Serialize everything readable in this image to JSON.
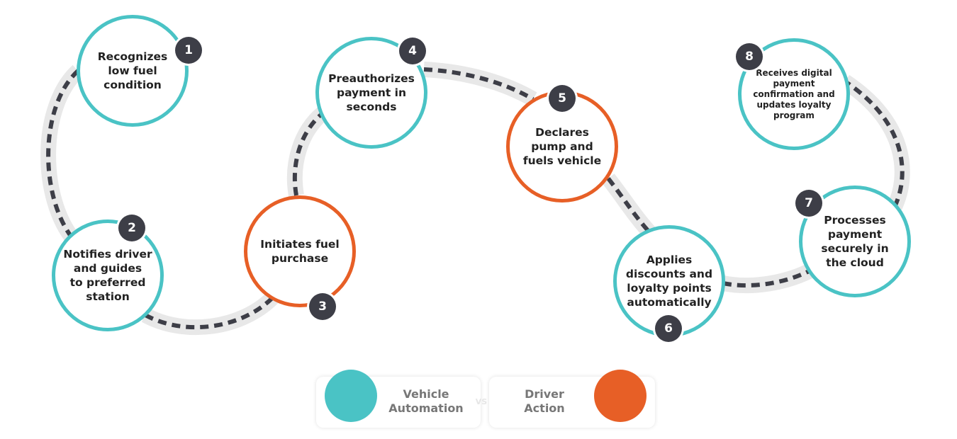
{
  "steps": [
    {
      "number": "1",
      "label": [
        "Recognizes",
        "low fuel",
        "condition"
      ],
      "type": "vehicle"
    },
    {
      "number": "2",
      "label": [
        "Notifies driver",
        "and guides",
        "to preferred",
        "station"
      ],
      "type": "vehicle"
    },
    {
      "number": "3",
      "label": [
        "Initiates fuel",
        "purchase"
      ],
      "type": "driver"
    },
    {
      "number": "4",
      "label": [
        "Preauthorizes",
        "payment in",
        "seconds"
      ],
      "type": "vehicle"
    },
    {
      "number": "5",
      "label": [
        "Declares",
        "pump and",
        "fuels vehicle"
      ],
      "type": "driver"
    },
    {
      "number": "6",
      "label": [
        "Applies",
        "discounts and",
        "loyalty points",
        "automatically"
      ],
      "type": "vehicle"
    },
    {
      "number": "7",
      "label": [
        "Processes",
        "payment",
        "securely in",
        "the cloud"
      ],
      "type": "vehicle"
    },
    {
      "number": "8",
      "label": [
        "Receives digital",
        "payment",
        "confirmation and",
        "updates loyalty",
        "program"
      ],
      "type": "vehicle"
    }
  ],
  "legend": {
    "vehicle": "Vehicle Automation",
    "vehicle_lines": [
      "Vehicle",
      "Automation"
    ],
    "driver_lines": [
      "Driver",
      "Action"
    ],
    "separator": "VS"
  },
  "colors": {
    "vehicle": "#4ac3c5",
    "driver": "#e75f26",
    "badge": "#3d3e47",
    "road": "#e8e8e8",
    "dash": "#3d3e47"
  }
}
